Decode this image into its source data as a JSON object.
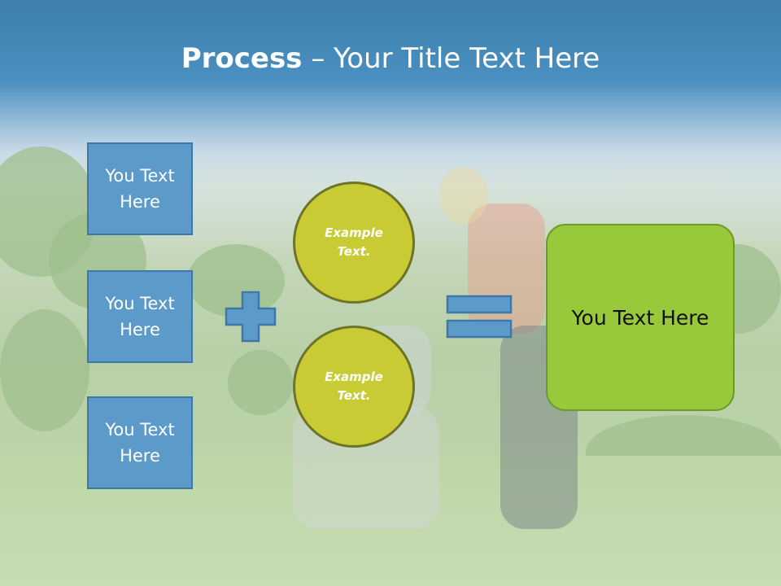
{
  "title": {
    "bold": "Process",
    "rest": " – Your Title Text Here"
  },
  "left_boxes": [
    {
      "label": "You Text Here"
    },
    {
      "label": "You Text Here"
    },
    {
      "label": "You Text Here"
    }
  ],
  "circles": [
    {
      "label": "Example Text."
    },
    {
      "label": "Example Text."
    }
  ],
  "result": {
    "label": "You Text Here"
  },
  "colors": {
    "header": "#3d7fae",
    "box_fill": "#5b9ac9",
    "circle_fill": "#c8cb33",
    "result_fill": "#97c93b"
  },
  "icons": [
    "plus-icon",
    "equals-icon"
  ]
}
